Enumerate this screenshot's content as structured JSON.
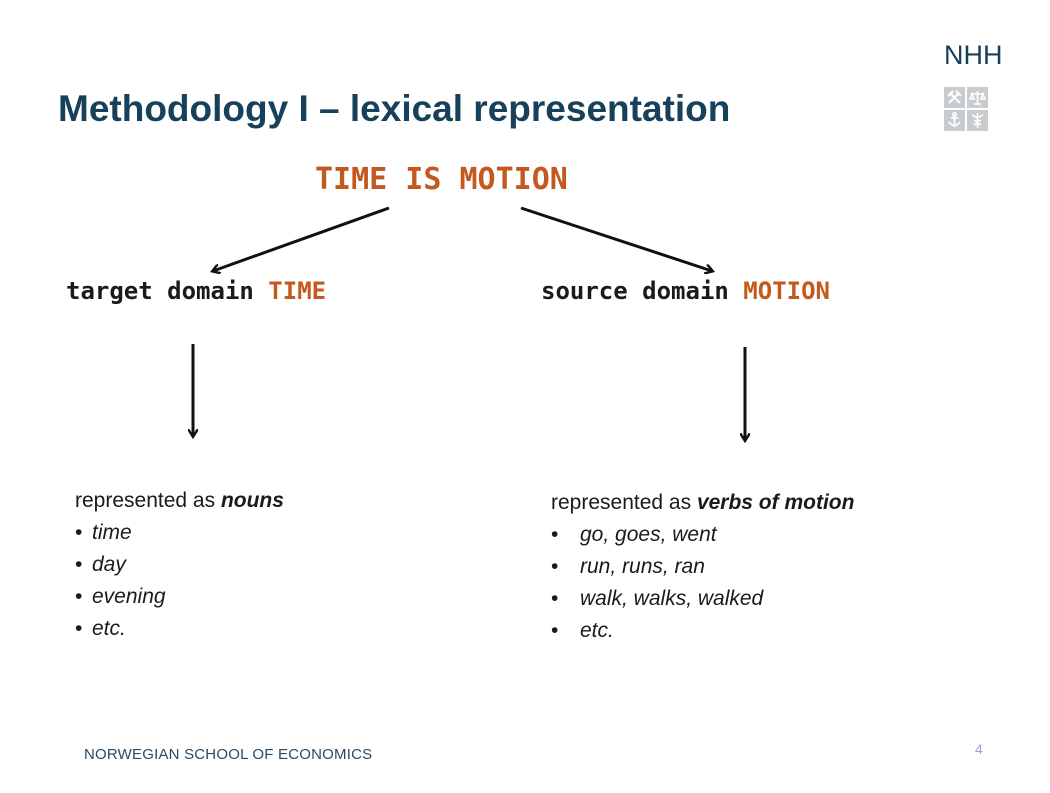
{
  "slide": {
    "title": "Methodology I – lexical representation",
    "logo_text": "NHH",
    "central_label": "TIME IS MOTION",
    "target": {
      "prefix": "target domain ",
      "accent": "TIME"
    },
    "source": {
      "prefix": "source domain ",
      "accent": "MOTION"
    },
    "left_block": {
      "intro": "represented as ",
      "intro_emph": "nouns",
      "items": [
        "time",
        "day",
        "evening",
        "etc."
      ]
    },
    "right_block": {
      "intro": "represented as ",
      "intro_emph": "verbs of motion",
      "items": [
        "go, goes, went",
        "run, runs, ran",
        "walk, walks, walked",
        "etc."
      ]
    },
    "footer": "NORWEGIAN SCHOOL OF ECONOMICS",
    "page_number": "4"
  },
  "colors": {
    "title": "#17405a",
    "accent": "#c4591f",
    "footer": "#2c4a62",
    "page_number": "#8fa9c4"
  },
  "icons": [
    "crossed-hammers-icon",
    "scales-icon",
    "anchor-icon",
    "caduceus-icon"
  ]
}
